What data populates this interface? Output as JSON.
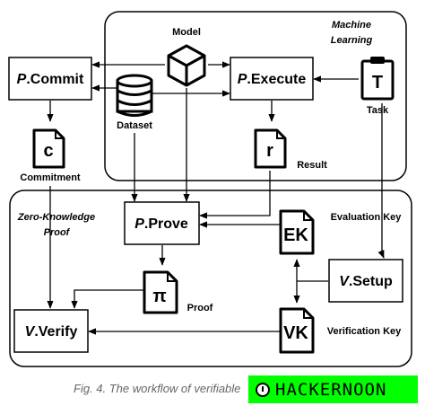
{
  "labels": {
    "commit": {
      "prefix": "P",
      "rest": ".Commit"
    },
    "execute": {
      "prefix": "P",
      "rest": ".Execute"
    },
    "prove": {
      "prefix": "P",
      "rest": ".Prove"
    },
    "setup": {
      "prefix": "V",
      "rest": ".Setup"
    },
    "verify": {
      "prefix": "V",
      "rest": ".Verify"
    },
    "model": "Model",
    "dataset": "Dataset",
    "task": "Task",
    "result": "Result",
    "commitment": "Commitment",
    "evaluation_key": "Evaluation Key",
    "verification_key": "Verification Key",
    "proof": "Proof",
    "ml_line1": "Machine",
    "ml_line2": "Learning",
    "zk_line1": "Zero-Knowledge",
    "zk_line2": "Proof"
  },
  "icons": {
    "commitment_letter": "c",
    "result_letter": "r",
    "task_letter": "T",
    "ek_letter": "EK",
    "vk_letter": "VK",
    "proof_letter": "π"
  },
  "caption": "Fig. 4. The workflow of verifiable",
  "brand": "HACKERNOON"
}
